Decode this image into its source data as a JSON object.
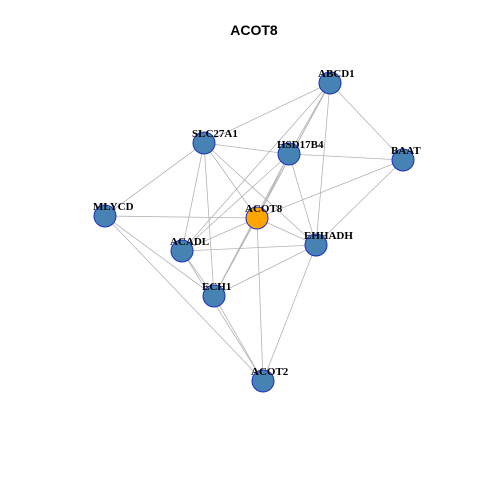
{
  "title": "ACOT8",
  "colors": {
    "node_default": "#4682b4",
    "node_focus": "#ffa500",
    "node_border": "#1e2fbf",
    "edge": "#b4b4b4"
  },
  "nodes": [
    {
      "id": "ABCD1",
      "label": "ABCD1",
      "focus": false
    },
    {
      "id": "SLC27A1",
      "label": "SLC27A1",
      "focus": false
    },
    {
      "id": "HSD17B4",
      "label": "HSD17B4",
      "focus": false
    },
    {
      "id": "BAAT",
      "label": "BAAT",
      "focus": false
    },
    {
      "id": "MLYCD",
      "label": "MLYCD",
      "focus": false
    },
    {
      "id": "ACOT8",
      "label": "ACOT8",
      "focus": true
    },
    {
      "id": "EHHADH",
      "label": "EHHADH",
      "focus": false
    },
    {
      "id": "ACADL",
      "label": "ACADL",
      "focus": false
    },
    {
      "id": "ECH1",
      "label": "ECH1",
      "focus": false
    },
    {
      "id": "ACOT2",
      "label": "ACOT2",
      "focus": false
    }
  ],
  "edges": [
    [
      "ABCD1",
      "SLC27A1"
    ],
    [
      "ABCD1",
      "HSD17B4"
    ],
    [
      "ABCD1",
      "BAAT"
    ],
    [
      "ABCD1",
      "ACOT8"
    ],
    [
      "ABCD1",
      "EHHADH"
    ],
    [
      "ABCD1",
      "ACADL"
    ],
    [
      "ABCD1",
      "ECH1"
    ],
    [
      "SLC27A1",
      "HSD17B4"
    ],
    [
      "SLC27A1",
      "MLYCD"
    ],
    [
      "SLC27A1",
      "ACOT8"
    ],
    [
      "SLC27A1",
      "EHHADH"
    ],
    [
      "SLC27A1",
      "ACADL"
    ],
    [
      "SLC27A1",
      "ECH1"
    ],
    [
      "HSD17B4",
      "BAAT"
    ],
    [
      "HSD17B4",
      "ACOT8"
    ],
    [
      "HSD17B4",
      "EHHADH"
    ],
    [
      "HSD17B4",
      "ACADL"
    ],
    [
      "HSD17B4",
      "ECH1"
    ],
    [
      "BAAT",
      "ACOT8"
    ],
    [
      "BAAT",
      "EHHADH"
    ],
    [
      "MLYCD",
      "ACOT8"
    ],
    [
      "MLYCD",
      "ECH1"
    ],
    [
      "MLYCD",
      "ACOT2"
    ],
    [
      "ACOT8",
      "ACADL"
    ],
    [
      "ACOT8",
      "EHHADH"
    ],
    [
      "ACOT8",
      "ECH1"
    ],
    [
      "ACOT8",
      "ACOT2"
    ],
    [
      "EHHADH",
      "ACADL"
    ],
    [
      "EHHADH",
      "ECH1"
    ],
    [
      "EHHADH",
      "ACOT2"
    ],
    [
      "ACADL",
      "ECH1"
    ],
    [
      "ACADL",
      "ACOT2"
    ],
    [
      "ECH1",
      "ACOT2"
    ]
  ]
}
